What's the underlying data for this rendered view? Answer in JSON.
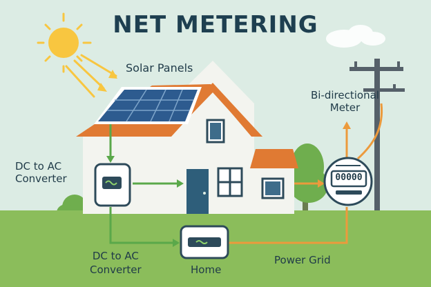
{
  "title": "NET METERING",
  "labels": {
    "solar_panels": "Solar Panels",
    "converter_top": "DC to AC\nConverter",
    "converter_bottom": "DC to AC\nConverter",
    "meter": "Bi-directional\nMeter",
    "home": "Home",
    "power_grid": "Power Grid"
  },
  "meter_display": "00000",
  "colors": {
    "sky": "#dcece4",
    "grass": "#8bbd5b",
    "roof": "#e07a33",
    "house": "#f3f4ef",
    "panel": "#2d5b8f",
    "green_line": "#5aa84a",
    "orange_line": "#ec9a3c",
    "sun": "#f8c640"
  }
}
